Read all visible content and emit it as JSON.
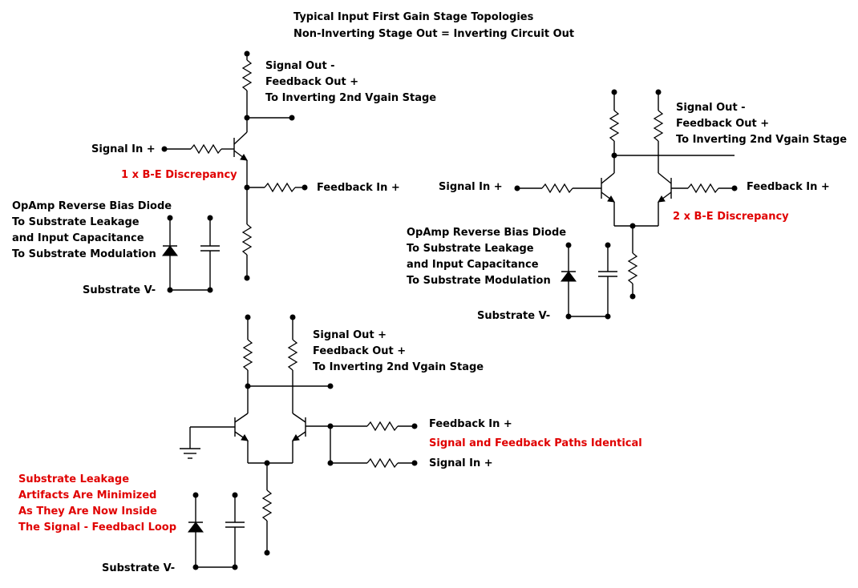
{
  "title": {
    "line1": "Typical Input First Gain Stage Topologies",
    "line2": "Non-Inverting Stage Out = Inverting Circuit Out"
  },
  "colors": {
    "ink": "#000000",
    "note": "#e00000"
  },
  "circuit1": {
    "out_line1": "Signal Out -",
    "out_line2": "Feedback Out +",
    "out_line3": "To Inverting 2nd Vgain Stage",
    "signal_in": "Signal In +",
    "feedback_in": "Feedback In +",
    "discrepancy": "1 x B-E Discrepancy",
    "note_line1": "OpAmp Reverse Bias Diode",
    "note_line2": "To Substrate Leakage",
    "note_line3": "and Input Capacitance",
    "note_line4": "To Substrate Modulation",
    "substrate": "Substrate V-"
  },
  "circuit2": {
    "out_line1": "Signal Out -",
    "out_line2": "Feedback Out +",
    "out_line3": "To Inverting 2nd Vgain Stage",
    "signal_in": "Signal In +",
    "feedback_in": "Feedback In +",
    "discrepancy": "2 x B-E Discrepancy",
    "note_line1": "OpAmp Reverse Bias Diode",
    "note_line2": "To Substrate Leakage",
    "note_line3": "and Input Capacitance",
    "note_line4": "To Substrate Modulation",
    "substrate": "Substrate V-"
  },
  "circuit3": {
    "out_line1": "Signal Out +",
    "out_line2": "Feedback Out +",
    "out_line3": "To Inverting 2nd Vgain Stage",
    "feedback_in": "Feedback In +",
    "signal_in": "Signal In +",
    "identical": "Signal and Feedback Paths Identical",
    "note_line1": "Substrate Leakage",
    "note_line2": "Artifacts Are Minimized",
    "note_line3": "As They Are Now Inside",
    "note_line4": "The Signal - Feedbacl Loop",
    "substrate": "Substrate V-"
  }
}
